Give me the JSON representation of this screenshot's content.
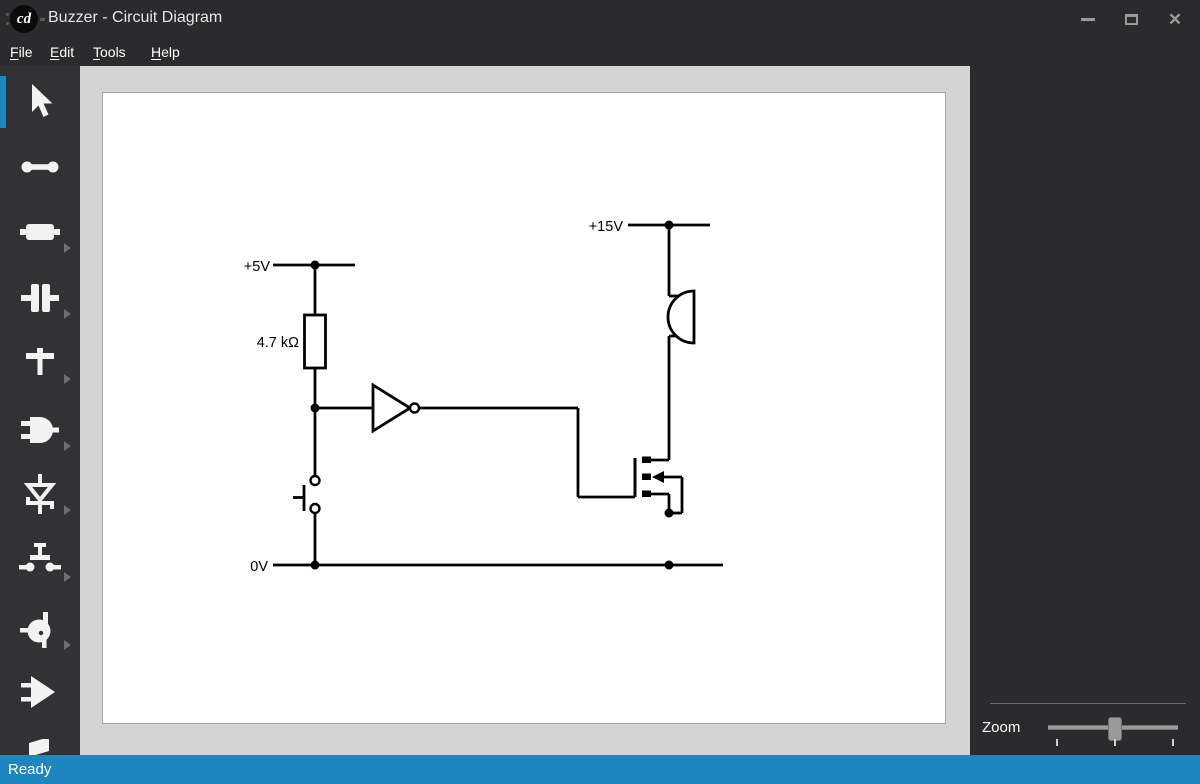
{
  "window": {
    "title": "Buzzer - Circuit Diagram",
    "logo_text": "cd",
    "controls": {
      "minimize": "minimize",
      "maximize": "maximize",
      "close_glyph": "✕"
    }
  },
  "menu": {
    "items": [
      {
        "label": "File",
        "mnemonic": "F",
        "rest": "ile"
      },
      {
        "label": "Edit",
        "mnemonic": "E",
        "rest": "dit"
      },
      {
        "label": "Tools",
        "mnemonic": "T",
        "rest": "ools"
      },
      {
        "label": "Help",
        "mnemonic": "H",
        "rest": "elp"
      }
    ]
  },
  "toolbox": {
    "selected_index": 0,
    "tools": [
      {
        "icon": "cursor-icon",
        "has_flyout": false
      },
      {
        "icon": "wire-icon",
        "has_flyout": false
      },
      {
        "icon": "resistor-icon",
        "has_flyout": true
      },
      {
        "icon": "capacitor-icon",
        "has_flyout": true
      },
      {
        "icon": "ground-icon",
        "has_flyout": true
      },
      {
        "icon": "and-gate-icon",
        "has_flyout": true
      },
      {
        "icon": "zener-diode-icon",
        "has_flyout": true
      },
      {
        "icon": "push-switch-icon",
        "has_flyout": true
      },
      {
        "icon": "transistor-icon",
        "has_flyout": true
      },
      {
        "icon": "op-amp-icon",
        "has_flyout": false
      },
      {
        "icon": "speaker-icon",
        "has_flyout": false
      }
    ]
  },
  "circuit": {
    "labels": {
      "supply_top": "+5V",
      "resistor_value": "4.7 kΩ",
      "ground": "0V",
      "supply_right": "+15V"
    },
    "components": [
      "resistor",
      "push-switch",
      "not-gate",
      "n-channel-mosfet",
      "buzzer"
    ]
  },
  "zoom_panel": {
    "label": "Zoom"
  },
  "status_bar": {
    "text": "Ready"
  },
  "colors": {
    "accent": "#1d86c0",
    "status_bar": "#1d86c0",
    "titlebar": "#2b2b2d",
    "toolbar": "#323234",
    "canvas": "#d4d4d4",
    "page": "#ffffff"
  }
}
